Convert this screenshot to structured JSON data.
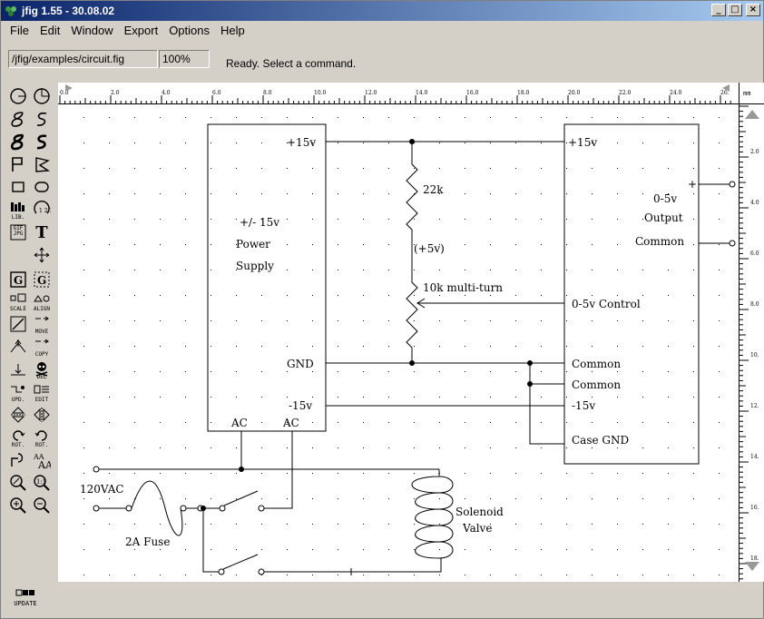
{
  "window": {
    "title": "jfig 1.55 - 30.08.02"
  },
  "menu": [
    "File",
    "Edit",
    "Window",
    "Export",
    "Options",
    "Help"
  ],
  "file_field": "/jfig/examples/circuit.fig",
  "zoom_field": "100%",
  "status": "Ready. Select a command.",
  "tools": {
    "lib_label": "LIB.",
    "gif_label": "GIF JPG",
    "text_glyph": "T",
    "scale_label": "SCALE",
    "align_label": "ALIGN",
    "move_label": "MOVE",
    "copy_label": "COPY",
    "del_label": "DEL",
    "upd_label": "UPD.",
    "edit_label": "EDIT",
    "rot1_label": "ROT.",
    "rot2_label": "ROT.",
    "update_label": "UPDATE"
  },
  "ruler": {
    "unit": "mm",
    "h_ticks": [
      "0.0",
      "2.0",
      "4.0",
      "6.0",
      "8.0",
      "10.0",
      "12.0",
      "14.0",
      "16.0",
      "18.0",
      "20.0",
      "22.0",
      "24.0",
      "26."
    ],
    "v_ticks": [
      "2.0",
      "4.0",
      "6.0",
      "8.0",
      "10.",
      "12.",
      "14.",
      "16.",
      "18."
    ]
  },
  "circuit": {
    "psu_lines": [
      "+/- 15v",
      "Power",
      "Supply"
    ],
    "psu_p15": "+15v",
    "psu_gnd": "GND",
    "psu_m15": "-15v",
    "psu_ac1": "AC",
    "psu_ac2": "AC",
    "r1": "22k",
    "mid": "(+5v)",
    "r2": "10k multi-turn",
    "out_p15": "+15v",
    "out_title1": "0-5v",
    "out_title2": "Output",
    "out_common_right": "Common",
    "out_plus": "+",
    "out_control": "0-5v Control",
    "out_common1": "Common",
    "out_common2": "Common",
    "out_m15": "-15v",
    "out_case": "Case GND",
    "vac": "120VAC",
    "fuse": "2A Fuse",
    "solenoid1": "Solenoid",
    "solenoid2": "Valve"
  }
}
